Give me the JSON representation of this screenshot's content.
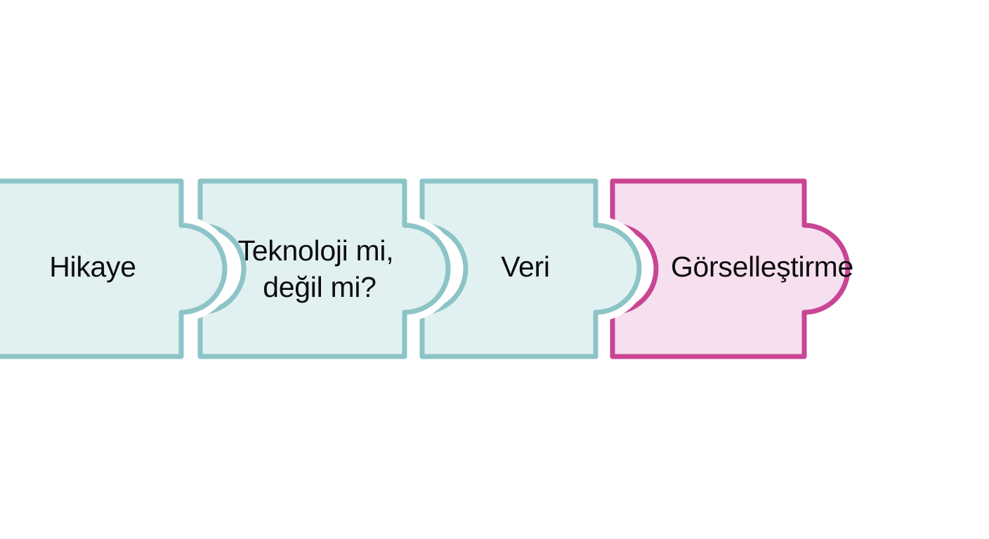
{
  "diagram": {
    "type": "puzzle-flow",
    "orientation": "horizontal",
    "background_color": "#ffffff",
    "piece_count": 4,
    "pieces": [
      {
        "id": "piece-hikaye",
        "label": "Hikaye",
        "lines": [
          "Hikaye"
        ],
        "fill_color": "#E1F0F0",
        "stroke_color": "#8CC4C7",
        "order": 1
      },
      {
        "id": "piece-teknoloji",
        "label": "Teknoloji mi, değil mi?",
        "lines": [
          "Teknoloji mi,",
          "değil mi?"
        ],
        "fill_color": "#E1F0F0",
        "stroke_color": "#8CC4C7",
        "order": 2
      },
      {
        "id": "piece-veri",
        "label": "Veri",
        "lines": [
          "Veri"
        ],
        "fill_color": "#E1F0F0",
        "stroke_color": "#8CC4C7",
        "order": 3
      },
      {
        "id": "piece-gorsellestirme",
        "label": "Görselleştirme",
        "lines": [
          "Görselleştirme"
        ],
        "fill_color": "#F6DFEF",
        "stroke_color": "#C94593",
        "order": 4
      }
    ]
  }
}
